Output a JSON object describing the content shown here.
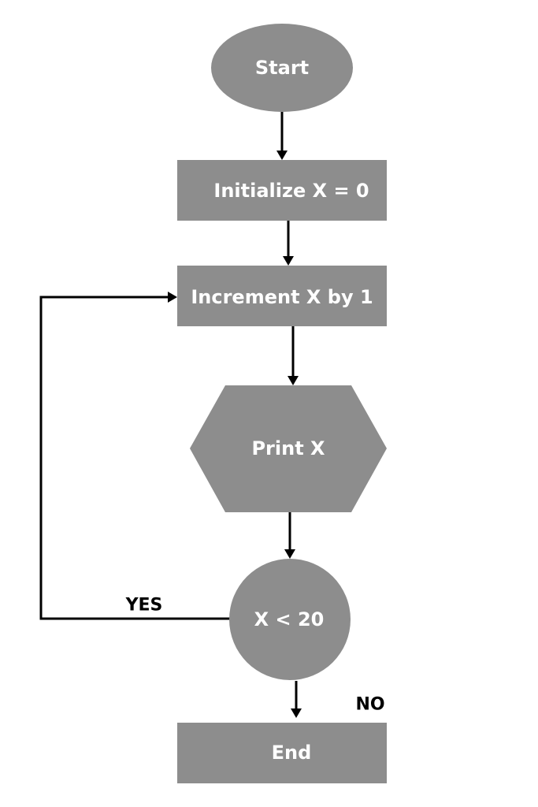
{
  "diagram": {
    "type": "flowchart",
    "nodes": {
      "start": {
        "label": "Start",
        "shape": "ellipse"
      },
      "init": {
        "label": "Initialize X = 0",
        "shape": "rectangle"
      },
      "increment": {
        "label": "Increment X by 1",
        "shape": "rectangle"
      },
      "print": {
        "label": "Print X",
        "shape": "hexagon"
      },
      "decision": {
        "label": "X < 20",
        "shape": "circle"
      },
      "end": {
        "label": "End",
        "shape": "rectangle"
      }
    },
    "edges": {
      "yes_label": "YES",
      "no_label": "NO"
    },
    "colors": {
      "node_fill": "#8d8d8d",
      "node_text": "#ffffff",
      "connector": "#000000"
    }
  }
}
